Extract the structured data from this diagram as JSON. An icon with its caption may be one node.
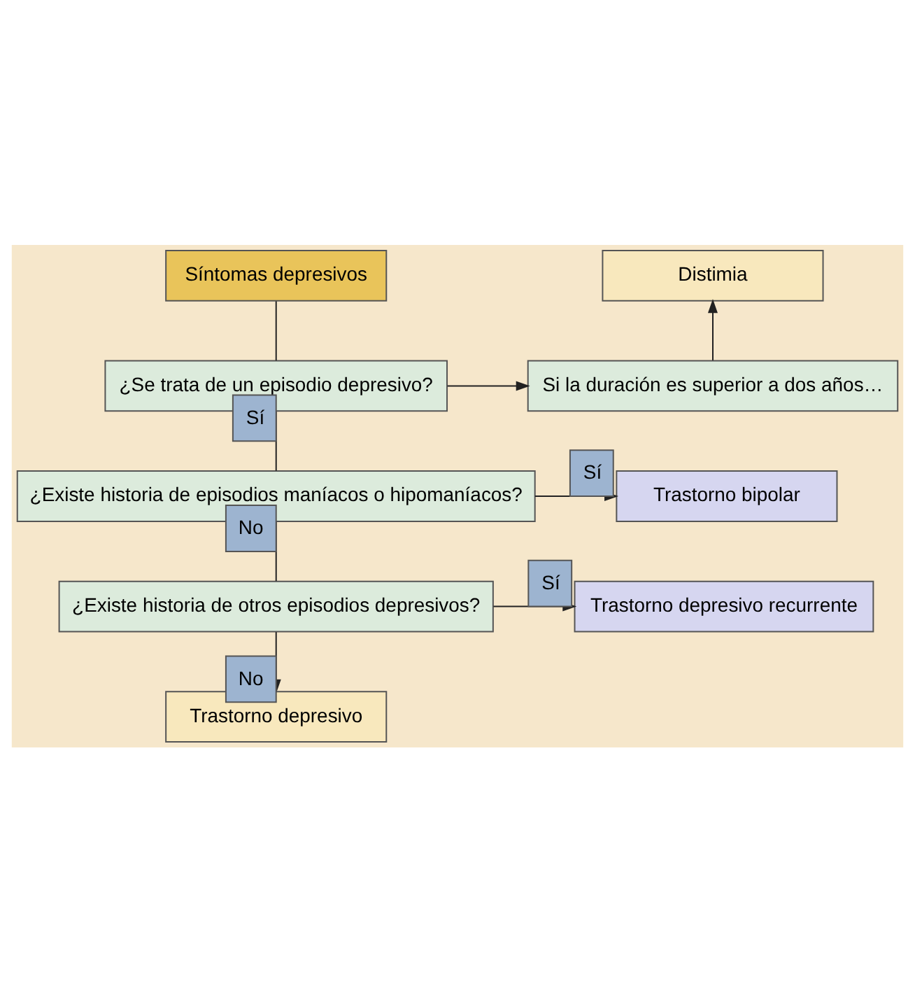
{
  "diagram": {
    "nodes": [
      {
        "text": [
          "Síntomas depresivos"
        ]
      },
      {
        "text": [
          "¿Se trata de un episodio depresivo?"
        ]
      },
      {
        "text": [
          "Si la duración es superior a dos años…"
        ]
      },
      {
        "text": [
          "Distimia"
        ]
      },
      {
        "text": [
          "¿Existe historia de episodios maníacos o hipomaníacos?"
        ]
      },
      {
        "text": [
          "Trastorno bipolar"
        ]
      },
      {
        "text": [
          "¿Existe historia de otros episodios depresivos?"
        ]
      },
      {
        "text": [
          "Trastorno depresivo recurrente"
        ]
      },
      {
        "text": [
          "Trastorno depresivo"
        ]
      }
    ],
    "edges": [
      {
        "from": 0,
        "to": 1,
        "arrow": "none"
      },
      {
        "from": 1,
        "to": 2,
        "arrow": "to"
      },
      {
        "from": 2,
        "to": 3,
        "arrow": "to"
      },
      {
        "from": 1,
        "to": 4,
        "arrow": "none",
        "label": "Sí"
      },
      {
        "from": 4,
        "to": 5,
        "arrow": "to",
        "label": "Sí"
      },
      {
        "from": 4,
        "to": 6,
        "arrow": "none",
        "label": "No"
      },
      {
        "from": 6,
        "to": 7,
        "arrow": "to",
        "label": "Sí"
      },
      {
        "from": 6,
        "to": 8,
        "arrow": "to",
        "label": "No"
      }
    ]
  }
}
